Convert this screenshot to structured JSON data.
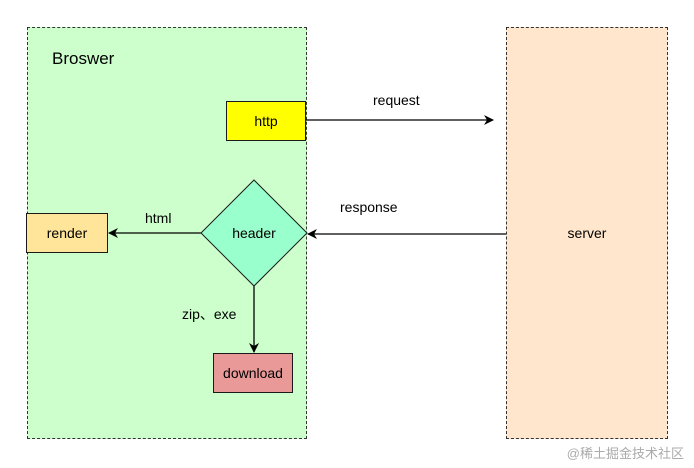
{
  "browser": {
    "title": "Broswer"
  },
  "server": {
    "label": "server"
  },
  "nodes": {
    "http": "http",
    "header": "header",
    "render": "render",
    "download": "download"
  },
  "edges": {
    "request": "request",
    "response": "response",
    "html": "html",
    "zip_exe": "zip、exe"
  },
  "watermark": "@稀土掘金技术社区",
  "colors": {
    "browser_fill": "#ccffcc",
    "server_fill": "#ffe6cc",
    "http_fill": "#ffff00",
    "header_fill": "#99ffcc",
    "render_fill": "#ffe599",
    "download_fill": "#ea9999"
  }
}
